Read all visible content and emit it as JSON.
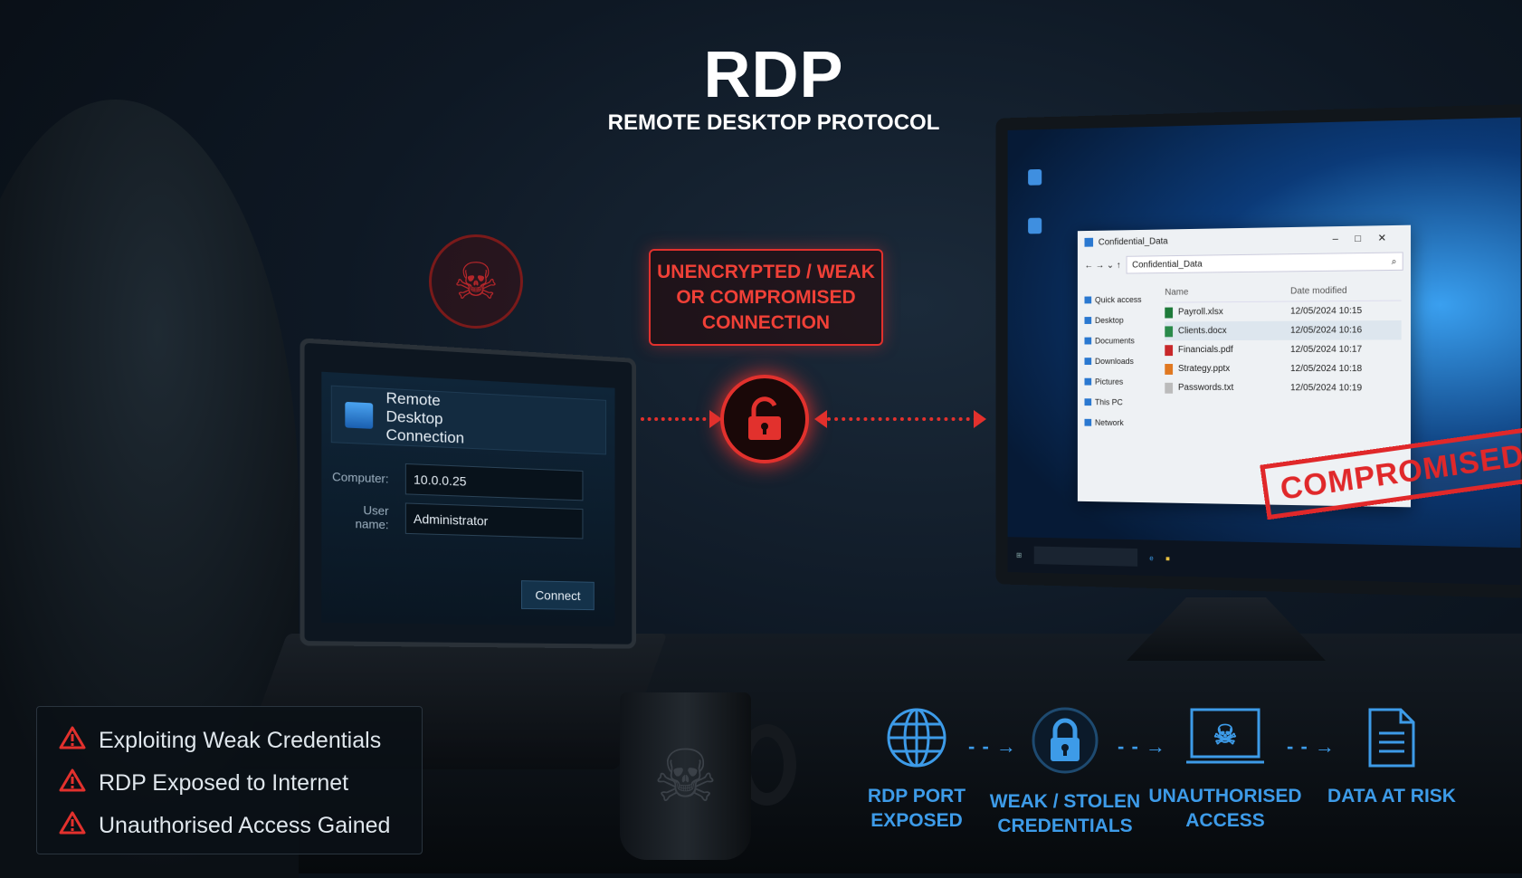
{
  "header": {
    "title": "RDP",
    "subtitle": "REMOTE DESKTOP PROTOCOL"
  },
  "warning": {
    "text": "UNENCRYPTED / WEAK OR COMPROMISED CONNECTION"
  },
  "rdp_dialog": {
    "title": "Remote Desktop Connection",
    "computer_label": "Computer:",
    "computer_value": "10.0.0.25",
    "username_label": "User name:",
    "username_value": "Administrator",
    "connect_label": "Connect"
  },
  "explorer": {
    "title": "Confidential_Data",
    "path": "Confidential_Data",
    "nav": [
      "Quick access",
      "Desktop",
      "Documents",
      "Downloads",
      "Pictures",
      "This PC",
      "Network"
    ],
    "columns": [
      "Name",
      "Date modified"
    ],
    "files": [
      {
        "name": "Payroll.xlsx",
        "date": "12/05/2024 10:15",
        "color": "#1e7a3a"
      },
      {
        "name": "Clients.docx",
        "date": "12/05/2024 10:16",
        "color": "#2a8a4a"
      },
      {
        "name": "Financials.pdf",
        "date": "12/05/2024 10:17",
        "color": "#c8282a"
      },
      {
        "name": "Strategy.pptx",
        "date": "12/05/2024 10:18",
        "color": "#e07820"
      },
      {
        "name": "Passwords.txt",
        "date": "12/05/2024 10:19",
        "color": "#bbbbbb"
      }
    ]
  },
  "stamp": "COMPROMISED",
  "risks": [
    "Exploiting Weak Credentials",
    "RDP Exposed to Internet",
    "Unauthorised Access Gained"
  ],
  "flow": [
    {
      "l1": "RDP PORT",
      "l2": "EXPOSED",
      "icon": "globe-icon"
    },
    {
      "l1": "WEAK / STOLEN",
      "l2": "CREDENTIALS",
      "icon": "padlock-icon"
    },
    {
      "l1": "UNAUTHORISED",
      "l2": "ACCESS",
      "icon": "laptop-skull-icon"
    },
    {
      "l1": "DATA AT RISK",
      "l2": "",
      "icon": "document-icon"
    }
  ],
  "colors": {
    "danger": "#e2312d",
    "accent": "#3d9be8"
  }
}
